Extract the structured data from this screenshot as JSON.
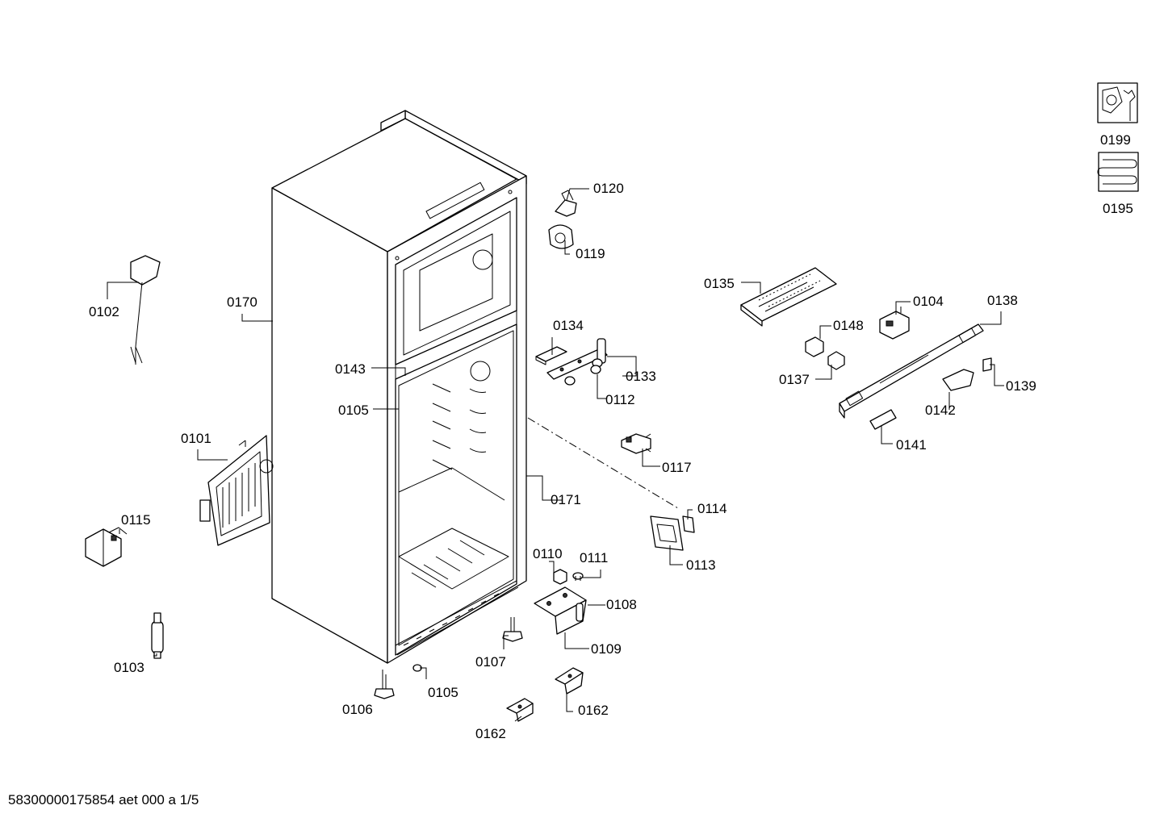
{
  "footer": "58300000175854 aet 000 a 1/5",
  "labels": {
    "l0120": "0120",
    "l0119": "0119",
    "l0102": "0102",
    "l0170": "0170",
    "l0143": "0143",
    "l0105a": "0105",
    "l0101": "0101",
    "l0115": "0115",
    "l0103": "0103",
    "l0106": "0106",
    "l0105b": "0105",
    "l0107": "0107",
    "l0162a": "0162",
    "l0162b": "0162",
    "l0134": "0134",
    "l0133": "0133",
    "l0112": "0112",
    "l0117": "0117",
    "l0171": "0171",
    "l0110": "0110",
    "l0111": "0111",
    "l0108": "0108",
    "l0109": "0109",
    "l0114": "0114",
    "l0113": "0113",
    "l0135": "0135",
    "l0148": "0148",
    "l0104": "0104",
    "l0137": "0137",
    "l0138": "0138",
    "l0139": "0139",
    "l0142": "0142",
    "l0141": "0141",
    "l0199": "0199",
    "l0195": "0195"
  }
}
